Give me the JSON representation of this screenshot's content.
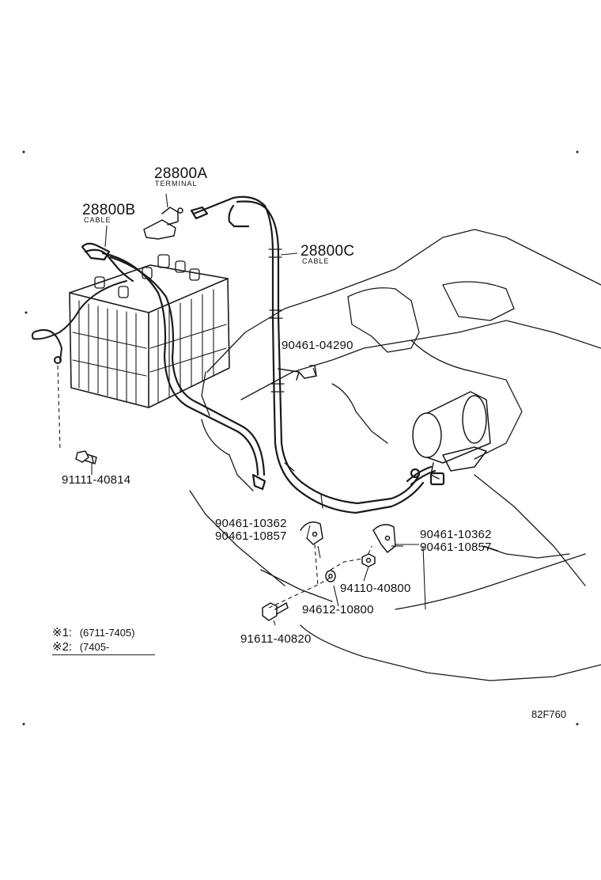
{
  "parts": {
    "terminal_28800a": {
      "number": "28800A",
      "caption": "TERMINAL"
    },
    "cable_28800b": {
      "number": "28800B",
      "caption": "CABLE"
    },
    "cable_28800c": {
      "number": "28800C",
      "caption": "CABLE"
    },
    "p90461_04290": "90461-04290",
    "p91111_40814": "91111-40814",
    "p90461_10362_left": "90461-10362",
    "p90461_10857_left": "90461-10857",
    "p90461_10362_right": "90461-10362",
    "p90461_10857_right": "90461-10857",
    "p94110_40800": "94110-40800",
    "p94612_10800": "94612-10800",
    "p91611_40820": "91611-40820"
  },
  "notes": [
    {
      "mark": "※1:",
      "range": "(6711-7405)"
    },
    {
      "mark": "※2:",
      "range": "(7405-"
    }
  ],
  "diagram_ref": "82F760"
}
